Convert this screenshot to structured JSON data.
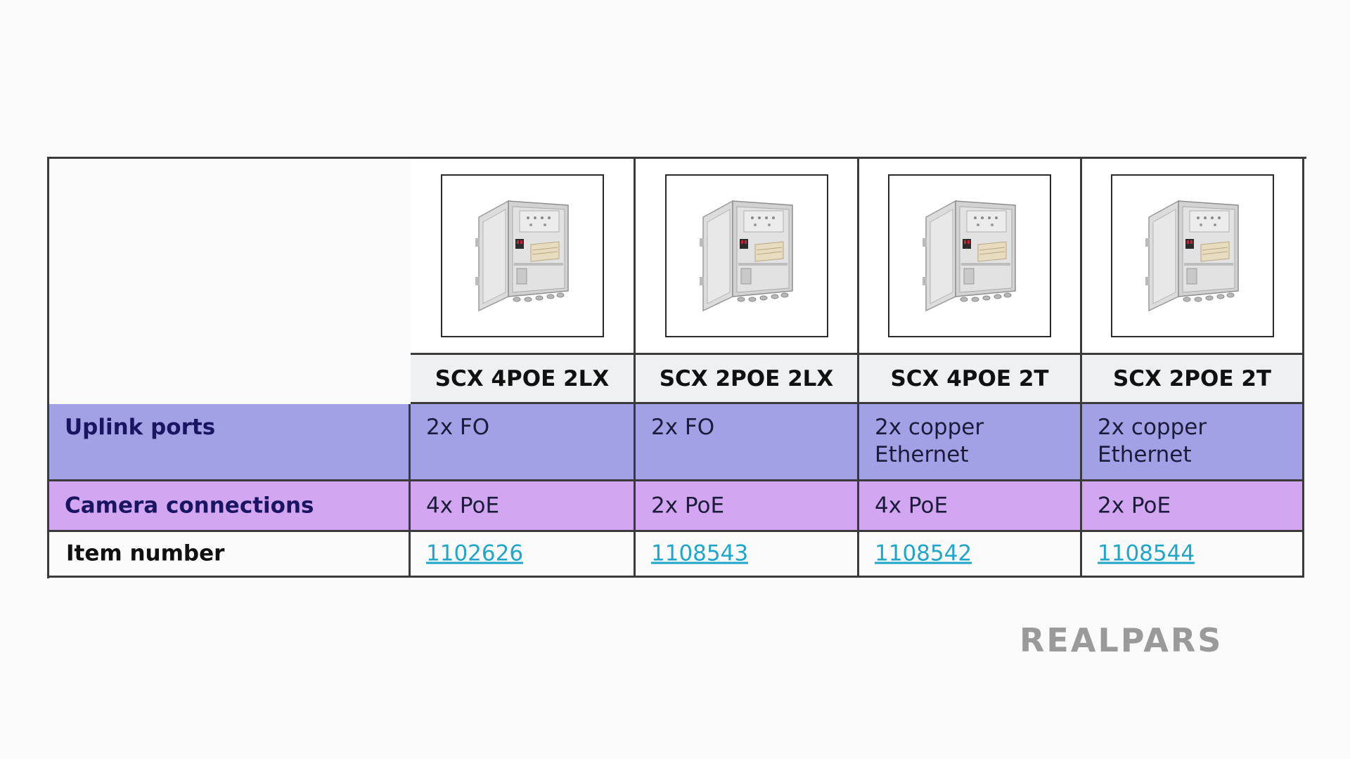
{
  "table": {
    "products": [
      {
        "name": "SCX 4POE 2LX",
        "uplink": "2x FO",
        "camera": "4x PoE",
        "item": "1102626"
      },
      {
        "name": "SCX 2POE 2LX",
        "uplink": "2x FO",
        "camera": "2x PoE",
        "item": "1108543"
      },
      {
        "name": "SCX 4POE 2T",
        "uplink": "2x copper\nEthernet",
        "camera": "4x PoE",
        "item": "1108542"
      },
      {
        "name": "SCX 2POE 2T",
        "uplink": "2x copper\nEthernet",
        "camera": "2x PoE",
        "item": "1108544"
      }
    ],
    "row_labels": {
      "uplink": "Uplink ports",
      "camera": "Camera connections",
      "item": "Item number"
    }
  },
  "logo": "REALPARS",
  "colors": {
    "uplink_row": "#a3a1e6",
    "camera_row": "#d2a6f0",
    "link": "#1fa6c9",
    "border": "#3a3a3a"
  },
  "icons": {
    "product_image": "enclosure-photo"
  }
}
